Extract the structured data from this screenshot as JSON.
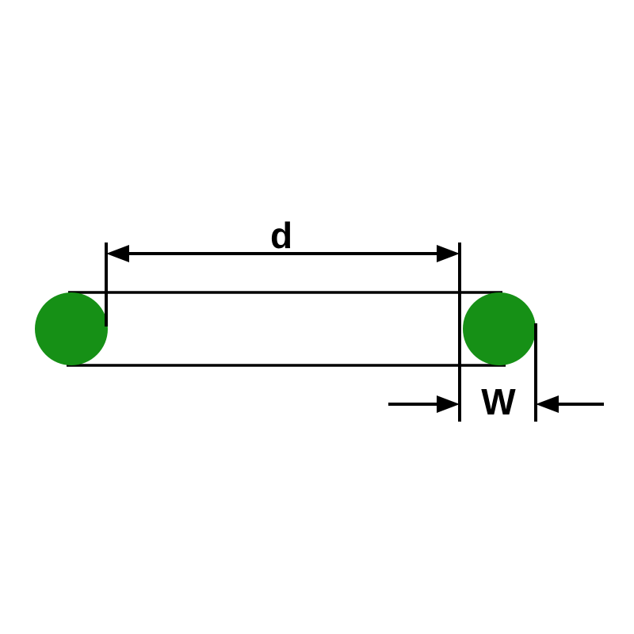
{
  "diagram": {
    "name": "o-ring-dimension-drawing",
    "labels": {
      "inner_diameter": "d",
      "cross_section_width": "W"
    },
    "colors": {
      "ring_fill": "#169016",
      "line": "#000000",
      "background": "#ffffff"
    }
  }
}
